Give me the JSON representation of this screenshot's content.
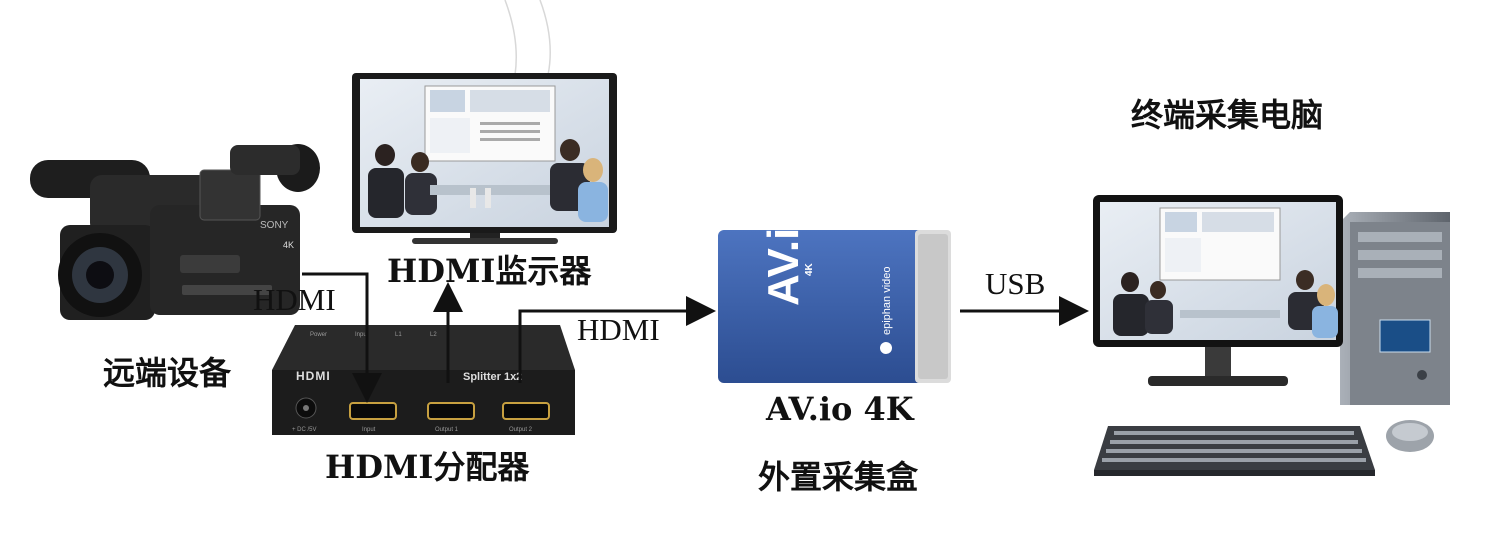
{
  "devices": {
    "camera": {
      "label": "远端设备",
      "brand": "SONY",
      "badge": "4K"
    },
    "monitor": {
      "label": "HDMI监示器"
    },
    "splitter": {
      "label": "HDMI分配器",
      "logo": "HDMI",
      "model": "Splitter 1x2",
      "indicators": [
        "Power",
        "Input",
        "L1",
        "L2"
      ],
      "ports": [
        "+ DC /5V",
        "Input",
        "Output 1",
        "Output 2"
      ]
    },
    "capture": {
      "label_line1": "AV.io 4K",
      "label_line2": "外置采集盒",
      "logo": "AV.io",
      "logo_sub": "4K",
      "brand": "epiphan video"
    },
    "computer": {
      "label": "终端采集电脑"
    }
  },
  "connections": {
    "camera_to_splitter": "HDMI",
    "splitter_to_capture": "HDMI",
    "capture_to_computer": "USB"
  },
  "colors": {
    "capture_blue": "#3a5fa8",
    "splitter_black": "#1c1c1c",
    "text": "#111111"
  }
}
